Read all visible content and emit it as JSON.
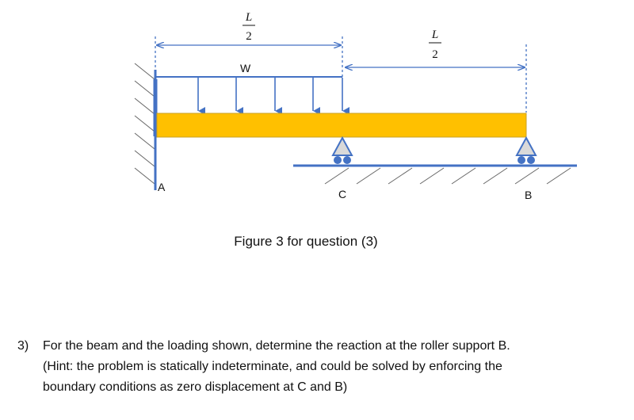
{
  "figure": {
    "dim_left": {
      "numerator": "L",
      "denominator": "2"
    },
    "dim_right": {
      "numerator": "L",
      "denominator": "2"
    },
    "load_label": "W",
    "point_a": "A",
    "point_c": "C",
    "point_b": "B",
    "caption": "Figure 3 for question (3)",
    "colors": {
      "beam_fill": "#FFC000",
      "beam_stroke": "#C9A227",
      "structure": "#4472C4",
      "support_fill": "#D9D9D9",
      "hatch": "#666666"
    }
  },
  "question": {
    "number": "3)",
    "line1": "For the beam and the loading shown, determine the reaction at the roller support B.",
    "line2": "(Hint: the problem is statically indeterminate, and could be solved by enforcing the",
    "line3": "boundary conditions as zero displacement at C and B)"
  }
}
